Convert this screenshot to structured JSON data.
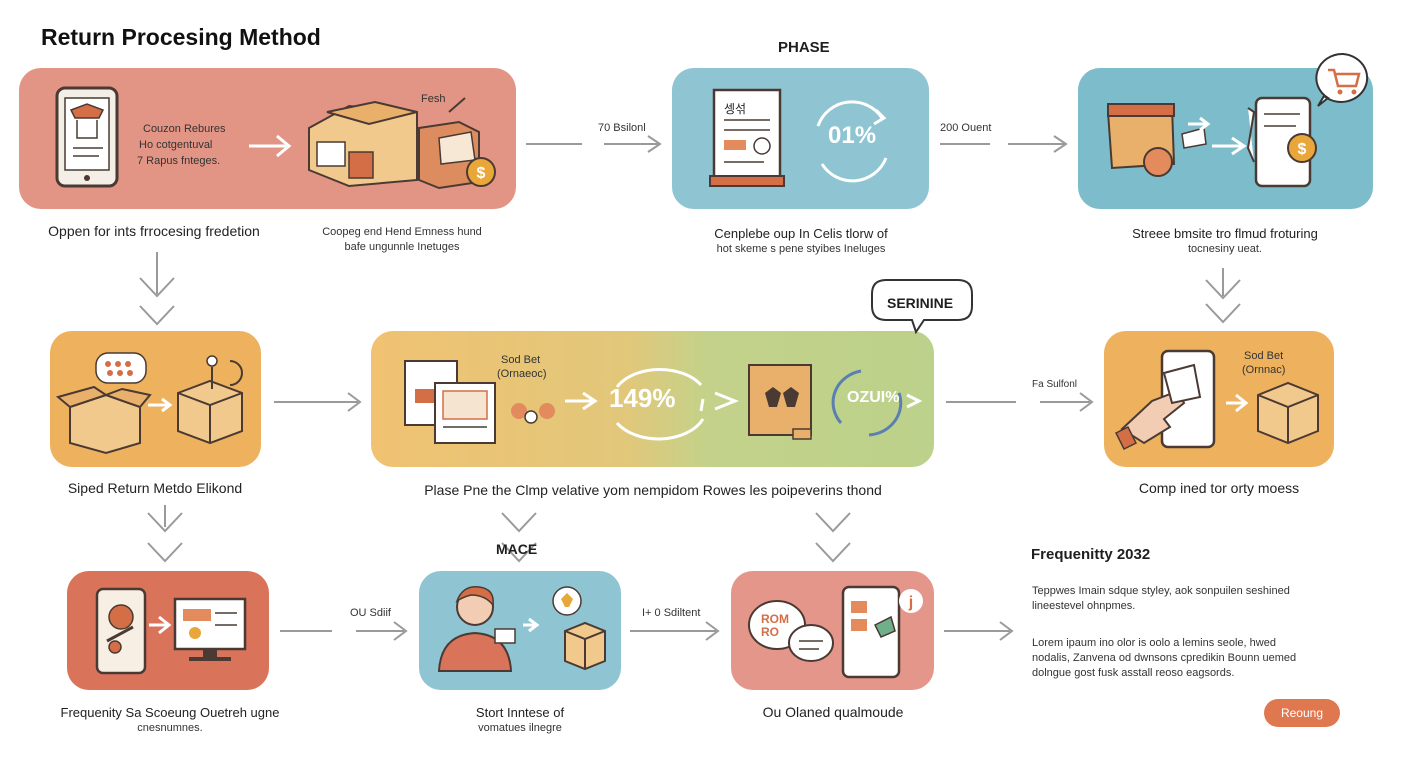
{
  "title": "Return Procesing Method",
  "phase_label": "PHASE",
  "mace_label": "MACE",
  "bubble_label": "SERININE",
  "colors": {
    "coral": "#e39585",
    "blue": "#8fc4d2",
    "teal": "#7cbccb",
    "orange": "#eeb25e",
    "olive": "#c3d28a",
    "brick": "#d9735a",
    "pink": "#e4968b",
    "arrow": "#9a9a9a",
    "accent": "#e0784f"
  },
  "row1": {
    "card1": {
      "lines": [
        "Couzon Rebures",
        "Ho cotgentuval",
        "7 Rapus fnteges."
      ],
      "tag": "Fesh"
    },
    "card1_caption": "Oppen for ints frrocesing fredetion",
    "card1_caption2": [
      "Coopeg end Hend Emness hund",
      "bafe ungunnle Inetuges"
    ],
    "connector1": "70 Bsilonl",
    "card2": {
      "percent": "01%",
      "doc_text": "셍섞"
    },
    "card2_caption": [
      "Cenplebe oup In Celis tlorw of",
      "hot skeme s pene styibes Ineluges"
    ],
    "connector2": "200 Ouent",
    "card3_caption": [
      "Streee bmsite tro flmud froturing",
      "tocnesiny ueat."
    ]
  },
  "row2": {
    "card4_caption": "Siped Return Metdo Elikond",
    "card5": {
      "label": [
        "Sod Bet",
        "(Ornaeoc)"
      ],
      "percent1": "149%",
      "percent2": "OZUI%"
    },
    "card5_caption": "Plase Pne the Clmp velative yom nempidom Rowes les poipeverins thond",
    "connector3": "Fa Sulfonl",
    "card6": {
      "label": [
        "Sod Bet",
        "(Ornnac)"
      ]
    },
    "card6_caption": "Comp ined  tor orty moess"
  },
  "row3": {
    "card7_caption": [
      "Frequenity Sa Scoeung Ouetreh ugne",
      "cnesnumnes."
    ],
    "connector4": "OU Sdiif",
    "card8_caption": [
      "Stort Inntese of",
      "vomatues ilnegre"
    ],
    "connector5": "I+ 0 Sdiltent",
    "card9": {
      "bubble": "ROM\nRO"
    },
    "card9_caption": "Ou Olaned qualmoude"
  },
  "side": {
    "heading": "Frequenitty 2032",
    "para1": [
      "Teppwes Imain sdque styley, aok sonpuilen seshined",
      "lineestevel ohnpmes."
    ],
    "para2": [
      "Lorem ipaum ino olor is oolo a lemins seole, hwed",
      "nodalis, Zanvena od dwnsons cpredikin Bounn uemed",
      "dolngue gost fusk asstall reoso eagsords."
    ],
    "button": "Reoung"
  }
}
